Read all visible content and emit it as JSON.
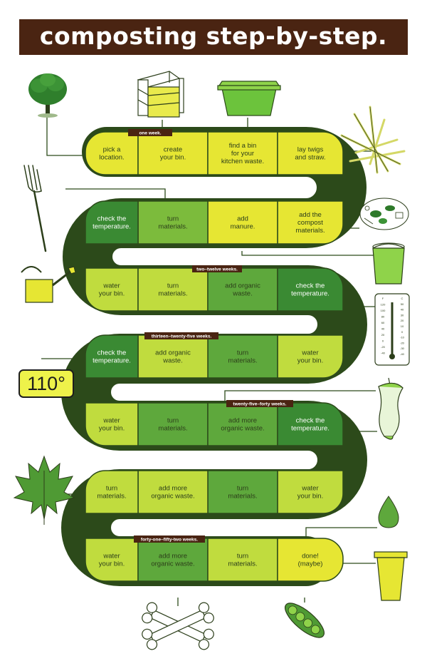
{
  "title": "composting step-by-step.",
  "temperature_display": "110°",
  "colors": {
    "title_bg": "#4a2412",
    "yellow": "#e6e633",
    "light_green": "#c0dc3e",
    "mid_green": "#7cbb3c",
    "medium_green": "#5ea83c",
    "dark_green": "#3a8a33",
    "outline": "#2c4a1a"
  },
  "stage_tags": [
    "one week.",
    "two–twelve weeks.",
    "thirteen–twenty-five weeks.",
    "twenty-five–forty weeks.",
    "forty-one–fifty-two weeks."
  ],
  "steps": [
    "pick a\nlocation.",
    "create\nyour bin.",
    "find a bin\nfor your\nkitchen waste.",
    "lay twigs\nand straw.",
    "add the\ncompost\nmaterials.",
    "add\nmanure.",
    "turn\nmaterials.",
    "check the\ntemperature.",
    "water\nyour bin.",
    "turn\nmaterials.",
    "add organic\nwaste.",
    "check the\ntemperature.",
    "water\nyour bin.",
    "turn\nmaterials.",
    "add organic\nwaste.",
    "check the\ntemperature.",
    "water\nyour bin.",
    "turn\nmaterials.",
    "add more\norganic waste.",
    "check the\ntemperature.",
    "water\nyour bin.",
    "turn\nmaterials.",
    "add more\norganic waste.",
    "turn\nmaterials.",
    "water\nyour bin.",
    "add more\norganic waste.",
    "turn\nmaterials.",
    "done!\n(maybe)"
  ],
  "thermometer": {
    "fahrenheit": [
      "F",
      "120",
      "100",
      "80",
      "60",
      "40",
      "20",
      "0",
      "-20",
      "-40"
    ],
    "celsius": [
      "C",
      "50",
      "40",
      "30",
      "20",
      "10",
      "0",
      "-10",
      "-20",
      "-30",
      "-40"
    ]
  },
  "icons": [
    "tree-icon",
    "wooden-bin-icon",
    "plastic-bin-icon",
    "twigs-icon",
    "pitchfork-icon",
    "compost-materials-icon",
    "watering-can-icon",
    "bucket-icon",
    "thermometer-icon",
    "apple-core-icon",
    "maple-leaf-icon",
    "water-drop-icon",
    "cylinder-bin-icon",
    "bones-icon",
    "pea-pod-icon"
  ]
}
